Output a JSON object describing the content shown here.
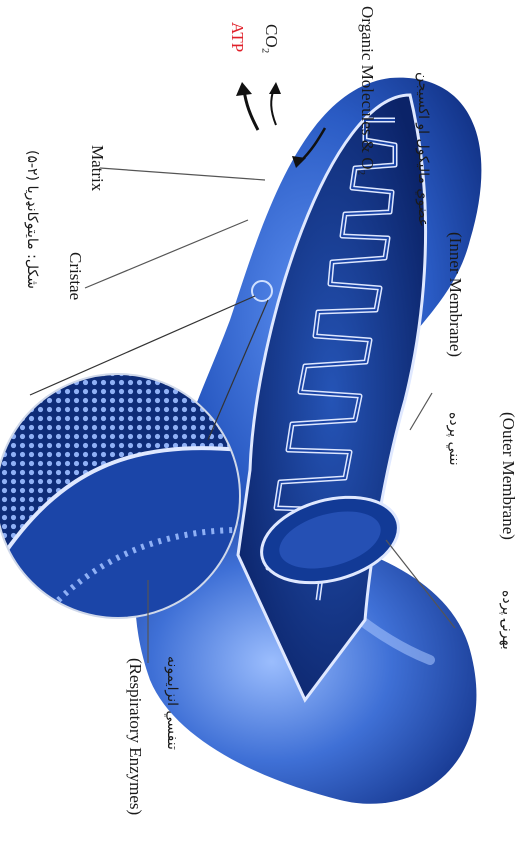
{
  "labels": {
    "outer_membrane_ps": "بهرنۍ پرده",
    "outer_membrane_en": "(Outer Membrane)",
    "inner_membrane_ps": "ننني پرده",
    "inner_membrane_en": "(Inner Membrane)",
    "organic_ps": "عضوي ماليکول او اکسيجن",
    "organic_en": "Organic Molecules & O₂",
    "co2": "CO₂",
    "atp": "ATP",
    "matrix": "Matrix",
    "cristae": "Cristae",
    "caption": "(۵-۲) شکل: مايتوکانډريا",
    "enzymes_ps": "تنفسي انزايمونه",
    "enzymes_en": "(Respiratory Enzymes)"
  },
  "colors": {
    "body_dark": "#0d2a7a",
    "body_mid": "#2a5bc4",
    "body_light": "#8fb4ff",
    "membrane_line": "#dfe8ff",
    "atp_red": "#e0202a",
    "leader": "#555555"
  }
}
